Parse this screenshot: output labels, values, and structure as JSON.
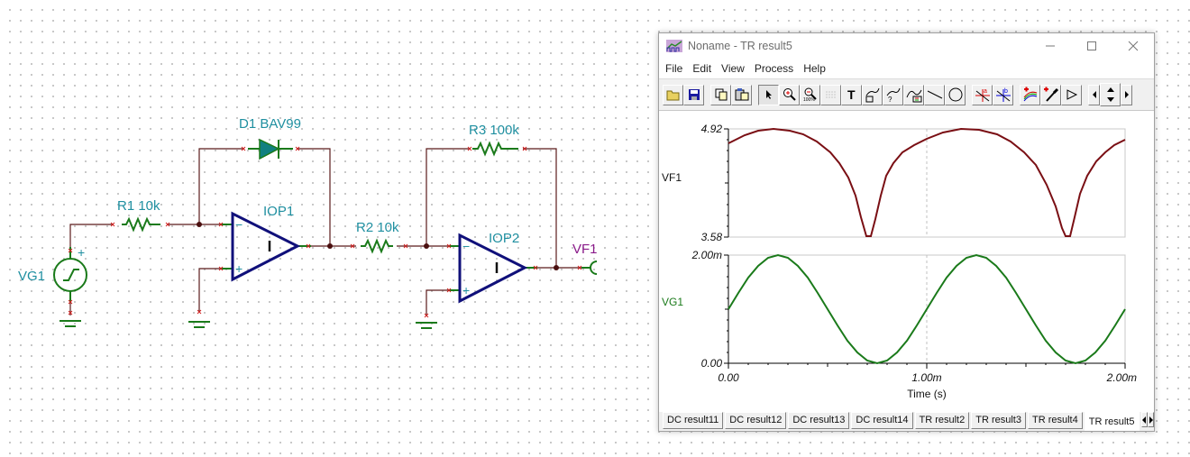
{
  "schematic": {
    "components": {
      "vg1": "VG1",
      "r1": "R1 10k",
      "d1": "D1 BAV99",
      "iop1": "IOP1",
      "r2": "R2 10k",
      "r3": "R3 100k",
      "iop2": "IOP2",
      "vf1": "VF1"
    },
    "colors": {
      "wire": "#5a1a1a",
      "component": "#1a7a1a",
      "opamp": "#10107a",
      "label": "#1f8fa0",
      "probe_label": "#8a1a8a",
      "pin_marker": "#d02020"
    }
  },
  "window": {
    "title": "Noname - TR result5",
    "controls": {
      "minimize": "minimize-icon",
      "maximize": "maximize-icon",
      "close": "close-icon"
    },
    "menu": [
      "File",
      "Edit",
      "View",
      "Process",
      "Help"
    ],
    "toolbar": [
      "open-folder-icon",
      "save-icon",
      "copy-icon",
      "paste-icon",
      "pointer-icon",
      "zoom-in-icon",
      "zoom-100-icon",
      "grid-icon",
      "text-icon",
      "label-curve-icon",
      "label-curve-query-icon",
      "curve-legend-icon",
      "line-icon",
      "circle-icon",
      "cursor-a-icon",
      "cursor-b-icon",
      "add-curve-icon",
      "add-probe-icon",
      "triangle-icon",
      "left-arrow-icon",
      "up-down-arrow-icon",
      "right-arrow-icon"
    ],
    "tabs": [
      "DC result11",
      "DC result12",
      "DC result13",
      "DC result14",
      "TR result2",
      "TR result3",
      "TR result4",
      "TR result5"
    ],
    "active_tab": "TR result5"
  },
  "chart_data": [
    {
      "type": "line",
      "title": "",
      "ylabel": "VF1",
      "xlabel": "",
      "ylim": [
        3.58,
        4.92
      ],
      "ytick_labels": [
        "4.92",
        "3.58"
      ],
      "color": "#7a0f14",
      "x": [
        0.0,
        0.0001,
        0.00025,
        0.0004,
        0.0005,
        0.0006,
        0.0007,
        0.00075,
        0.0008,
        0.0009,
        0.001,
        0.00125,
        0.0015,
        0.0017,
        0.00175,
        0.0018,
        0.0019,
        0.002
      ],
      "series": [
        {
          "name": "VF1",
          "values": [
            4.79,
            4.89,
            4.92,
            4.87,
            4.77,
            4.58,
            4.07,
            3.58,
            4.07,
            4.58,
            4.79,
            4.92,
            4.77,
            4.07,
            3.58,
            4.07,
            4.58,
            4.79
          ]
        }
      ]
    },
    {
      "type": "line",
      "title": "",
      "ylabel": "VG1",
      "xlabel": "Time (s)",
      "ylim": [
        0.0,
        0.002
      ],
      "ytick_labels": [
        "2.00m",
        "0.00"
      ],
      "xlim": [
        0.0,
        0.002
      ],
      "xtick_labels": [
        "0.00",
        "1.00m",
        "2.00m"
      ],
      "color": "#1a7a1a",
      "x": [
        0.0,
        0.00025,
        0.0005,
        0.00075,
        0.001,
        0.00125,
        0.0015,
        0.00175,
        0.002
      ],
      "series": [
        {
          "name": "VG1",
          "values": [
            0.001,
            0.002,
            0.001,
            0.0,
            0.001,
            0.002,
            0.001,
            0.0,
            0.001
          ]
        }
      ]
    }
  ]
}
